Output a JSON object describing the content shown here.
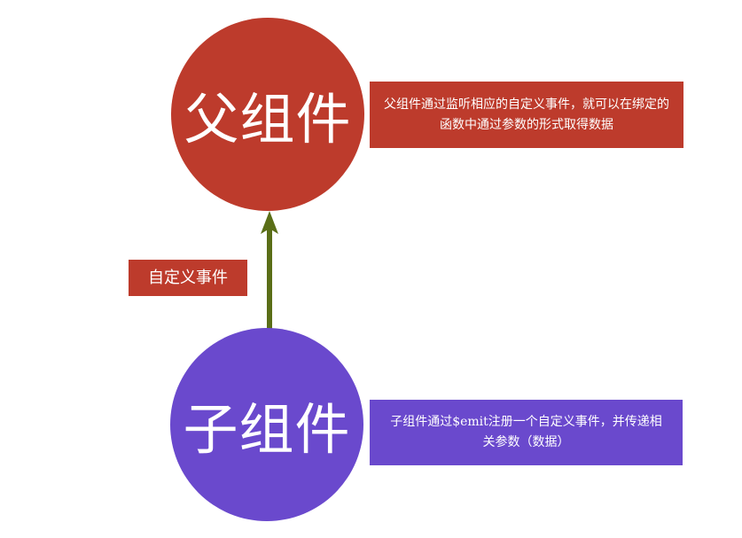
{
  "colors": {
    "parent": "#bd3b2c",
    "child": "#6a49cd",
    "arrow": "#5a6e17",
    "label_bg": "#bd3b2c"
  },
  "parent": {
    "title": "父组件",
    "note": "父组件通过监听相应的自定义事件，就可以在绑定的函数中通过参数的形式取得数据"
  },
  "child": {
    "title": "子组件",
    "note": "子组件通过$emit注册一个自定义事件，并传递相关参数（数据）"
  },
  "event_label": "自定义事件"
}
